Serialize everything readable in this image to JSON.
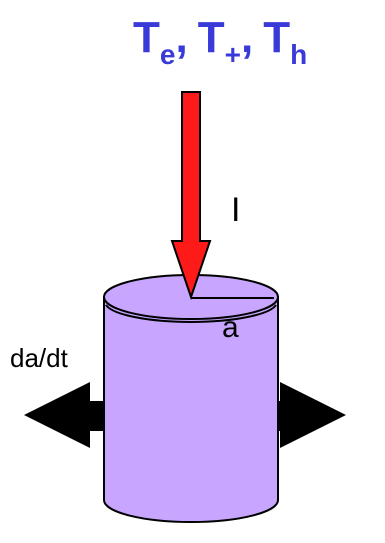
{
  "title": {
    "parts": [
      {
        "base": "T",
        "sub": "e",
        "sep": ","
      },
      {
        "base": "T",
        "sub": "+",
        "sep": ","
      },
      {
        "base": "T",
        "sub": "h",
        "sep": ""
      }
    ]
  },
  "labels": {
    "current": "I",
    "radius": "a",
    "rate": "da/dt"
  },
  "colors": {
    "title": "#3a3ad8",
    "arrow_fill": "#ff1a1a",
    "arrow_stroke": "#000000",
    "cylinder_fill": "#c8a6ff",
    "cylinder_stroke": "#000000",
    "side_arrows": "#000000",
    "text": "#000000"
  }
}
